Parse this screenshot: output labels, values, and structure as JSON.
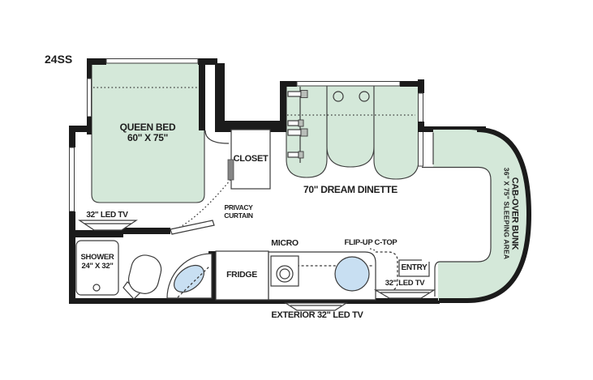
{
  "floorplan": {
    "model": "24SS",
    "labels": {
      "queen_bed_1": "QUEEN BED",
      "queen_bed_2": "60\" X 75\"",
      "closet": "CLOSET",
      "dinette": "70\" DREAM DINETTE",
      "privacy_1": "PRIVACY",
      "privacy_2": "CURTAIN",
      "bedroom_tv": "32\" LED TV",
      "shower_1": "SHOWER",
      "shower_2": "24\" X 32\"",
      "fridge": "FRIDGE",
      "micro": "MICRO",
      "flip_up": "FLIP-UP C-TOP",
      "entry": "ENTRY",
      "entry_tv": "32\" LED TV",
      "exterior_tv": "EXTERIOR 32\" LED TV",
      "cab_over_1": "CAB-OVER BUNK",
      "cab_over_2": "36\" X 75\" SLEEPING AREA"
    },
    "colors": {
      "room": "#d4e8d9",
      "wall": "#1b1b1b",
      "line": "#3b3b3b",
      "sink": "#c8dff2",
      "text": "#1e1e1e"
    }
  }
}
